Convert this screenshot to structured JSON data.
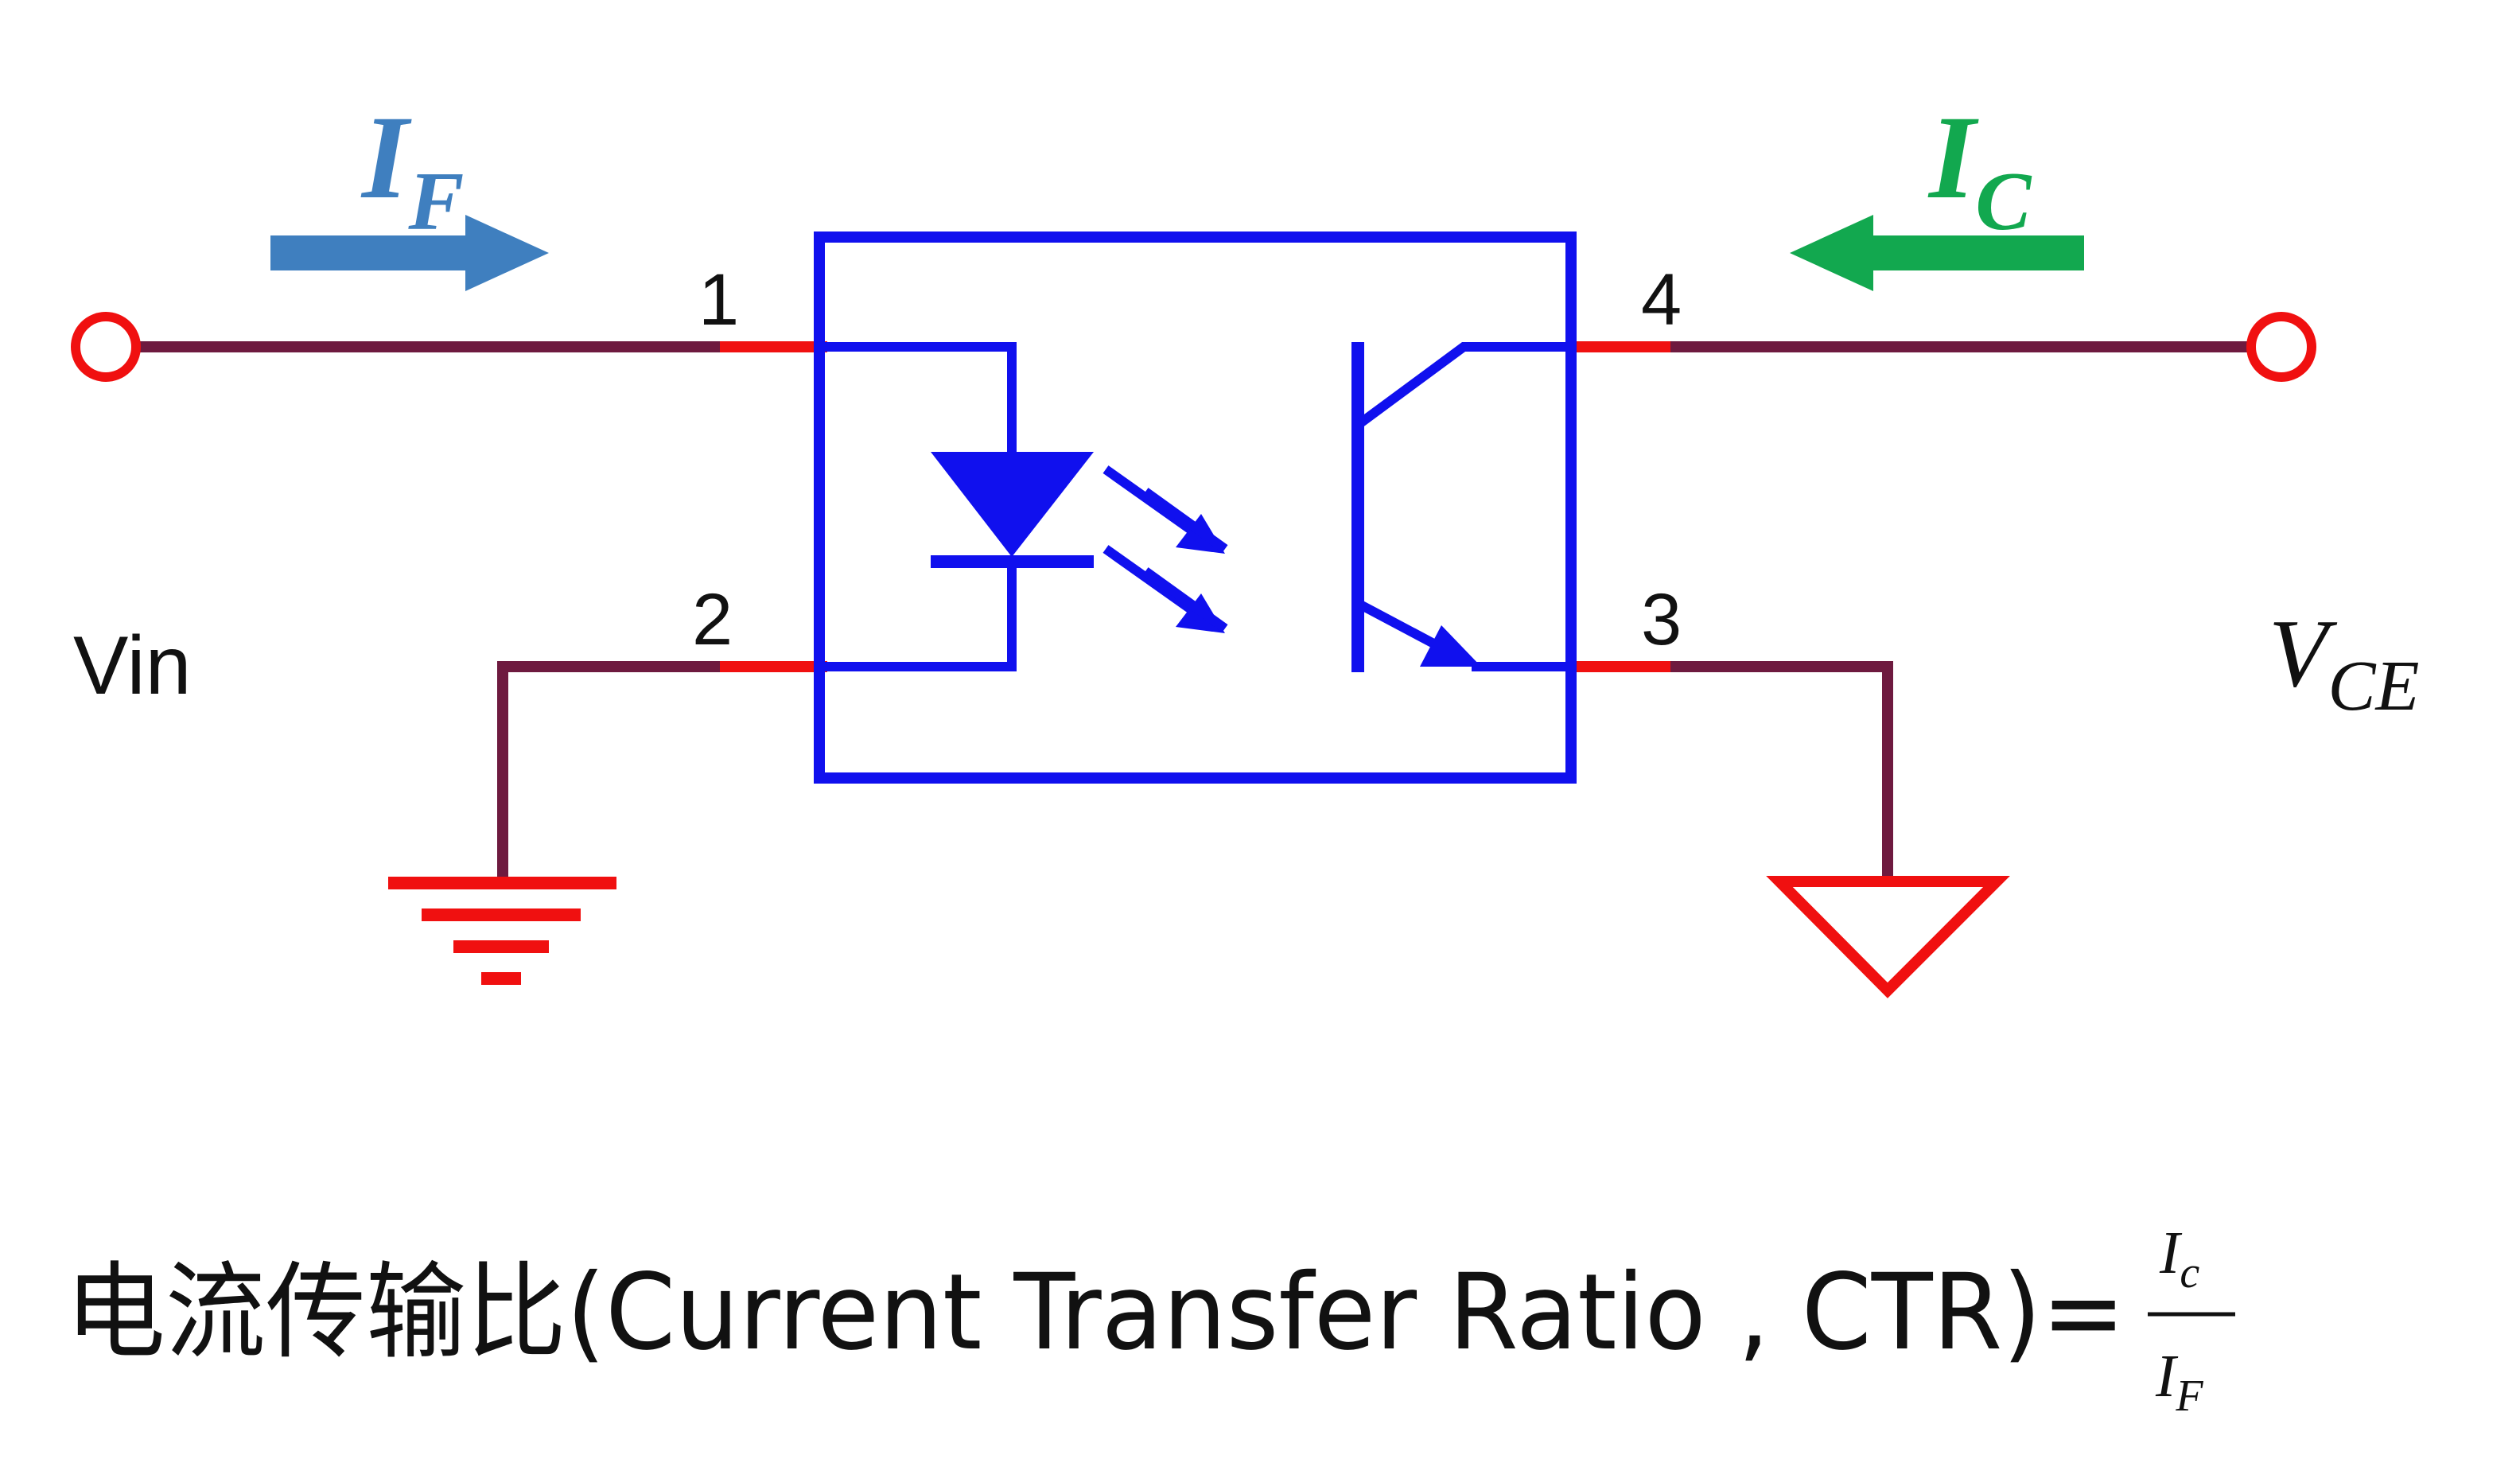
{
  "currents": {
    "forward": {
      "base": "I",
      "sub": "F",
      "color": "#3f7fbf"
    },
    "collector": {
      "base": "I",
      "sub": "C",
      "color": "#12a84f"
    }
  },
  "pins": {
    "p1": "1",
    "p2": "2",
    "p3": "3",
    "p4": "4"
  },
  "labels": {
    "vin": "Vin",
    "vce_base": "V",
    "vce_sub": "CE"
  },
  "caption": {
    "text": "电流传输比(Current Transfer Ratio , CTR)=",
    "numerator_base": "I",
    "numerator_sub": "c",
    "denominator_base": "I",
    "denominator_sub": "F"
  },
  "colors": {
    "package": "#1010ee",
    "wire": "#6e1a3f",
    "pin_lead": "#f01010",
    "ground": "#f01010"
  }
}
